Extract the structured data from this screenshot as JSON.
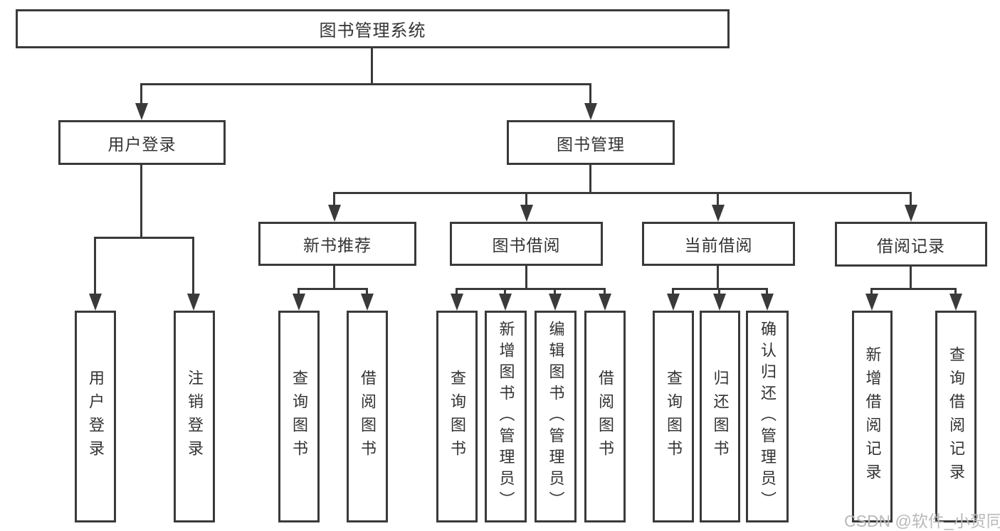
{
  "diagram_title": "图书管理系统",
  "tree": {
    "root": {
      "label": "图书管理系统",
      "children": [
        {
          "label": "用户登录",
          "children": [
            {
              "label": "用户登录"
            },
            {
              "label": "注销登录"
            }
          ]
        },
        {
          "label": "图书管理",
          "children": [
            {
              "label": "新书推荐",
              "children": [
                {
                  "label": "查询图书"
                },
                {
                  "label": "借阅图书"
                }
              ]
            },
            {
              "label": "图书借阅",
              "children": [
                {
                  "label": "查询图书"
                },
                {
                  "label": "新增图书（管理员）"
                },
                {
                  "label": "编辑图书（管理员）"
                },
                {
                  "label": "借阅图书"
                }
              ]
            },
            {
              "label": "当前借阅",
              "children": [
                {
                  "label": "查询图书"
                },
                {
                  "label": "归还图书"
                },
                {
                  "label": "确认归还（管理员）"
                }
              ]
            },
            {
              "label": "借阅记录",
              "children": [
                {
                  "label": "新增借阅记录"
                },
                {
                  "label": "查询借阅记录"
                }
              ]
            }
          ]
        }
      ]
    }
  },
  "watermark": "CSDN @软件_小贺同学",
  "colors": {
    "line": "#3a3a3a",
    "text": "#333333",
    "watermark": "#b9b9b9",
    "background": "#ffffff"
  }
}
